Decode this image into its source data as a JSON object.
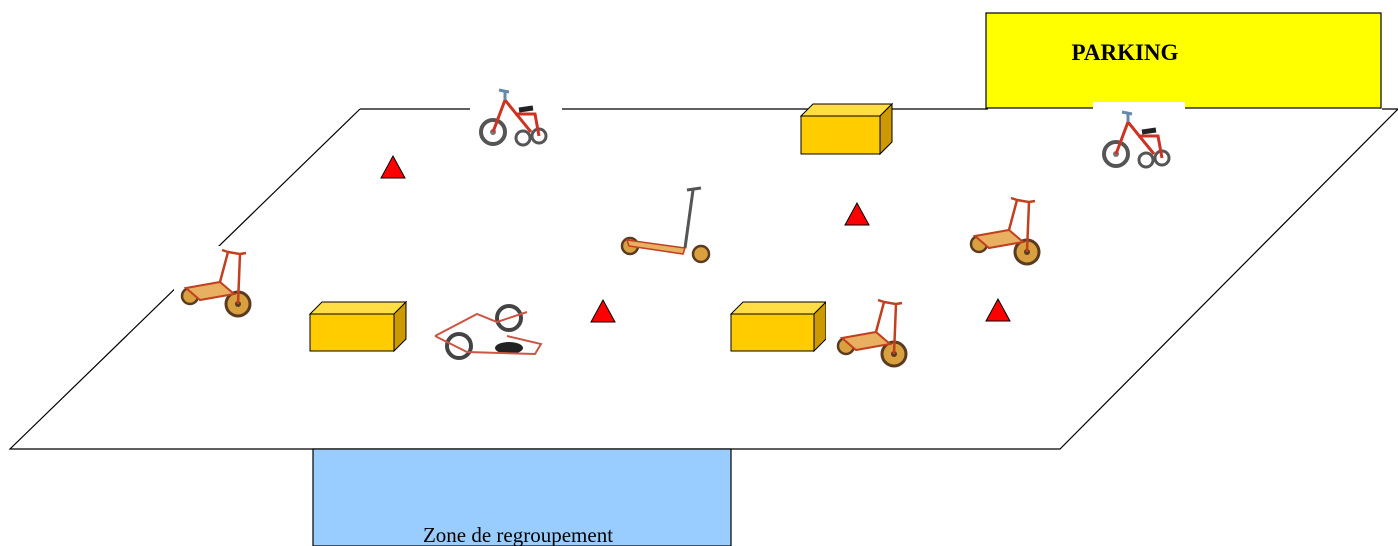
{
  "parking": {
    "label": "PARKING",
    "fill": "#ffff00"
  },
  "regroup_zone": {
    "label": "Zone de regroupement",
    "fill": "#99ccff"
  },
  "cone_color": "#ff0000",
  "block_color": "#ffcc00",
  "vehicles": [
    {
      "kind": "tricycle-icon",
      "name": "tricycle-top-left"
    },
    {
      "kind": "tricycle-icon",
      "name": "tricycle-top-right"
    },
    {
      "kind": "scooter-icon",
      "name": "scooter-center"
    },
    {
      "kind": "cargo-tricycle-icon",
      "name": "cargo-tricycle-left"
    },
    {
      "kind": "cargo-tricycle-icon",
      "name": "cargo-tricycle-right"
    },
    {
      "kind": "cargo-tricycle-icon",
      "name": "cargo-tricycle-bottom"
    },
    {
      "kind": "overturned-tricycle-icon",
      "name": "overturned-tricycle"
    }
  ]
}
